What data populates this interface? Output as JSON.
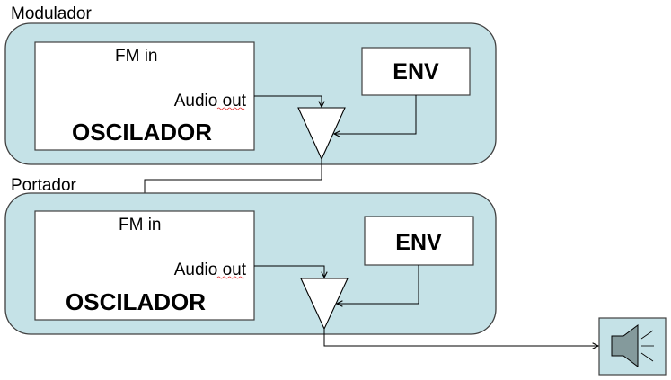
{
  "colors": {
    "panel_fill": "#c5e2e7",
    "panel_stroke": "#404040",
    "box_fill": "#ffffff",
    "speaker_fill": "#849a9c",
    "line": "#000000"
  },
  "modules": [
    {
      "title": "Modulador",
      "oscillator": {
        "label": "OSCILADOR",
        "fm_in": "FM in",
        "audio_out": "Audio out"
      },
      "envelope": {
        "label": "ENV"
      },
      "amplifier": {
        "type": "vca-triangle"
      }
    },
    {
      "title": "Portador",
      "oscillator": {
        "label": "OSCILADOR",
        "fm_in": "FM in",
        "audio_out": "Audio out"
      },
      "envelope": {
        "label": "ENV"
      },
      "amplifier": {
        "type": "vca-triangle"
      }
    }
  ],
  "connections": [
    {
      "from": "Modulador.oscillator.audio_out",
      "to": "Modulador.amplifier"
    },
    {
      "from": "Modulador.envelope",
      "to": "Modulador.amplifier"
    },
    {
      "from": "Modulador.amplifier",
      "to": "Portador.oscillator.fm_in"
    },
    {
      "from": "Portador.oscillator.audio_out",
      "to": "Portador.amplifier"
    },
    {
      "from": "Portador.envelope",
      "to": "Portador.amplifier"
    },
    {
      "from": "Portador.amplifier",
      "to": "speaker"
    }
  ],
  "output": {
    "icon": "speaker-icon"
  }
}
